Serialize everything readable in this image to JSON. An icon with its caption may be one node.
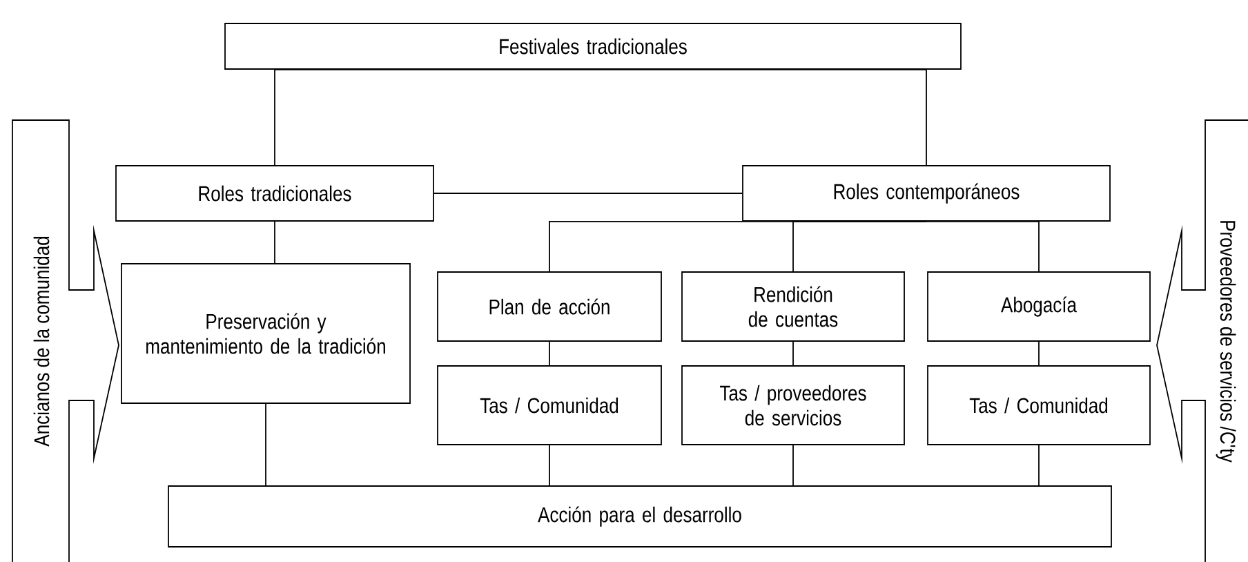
{
  "diagram": {
    "nodes": [
      {
        "text": [
          "Festivales tradicionales"
        ]
      },
      {
        "text": [
          "Roles tradicionales"
        ]
      },
      {
        "text": [
          "Roles contemporáneos"
        ]
      },
      {
        "text": [
          "Preservación y mantenimiento de la tradición"
        ]
      },
      {
        "text": [
          "Plan de acción"
        ]
      },
      {
        "text": [
          "Rendición de cuentas"
        ]
      },
      {
        "text": [
          "Abogacía"
        ]
      },
      {
        "text": [
          "Tas / Comunidad"
        ]
      },
      {
        "text": [
          "Tas / proveedores de servicios"
        ]
      },
      {
        "text": [
          "Tas / Comunidad"
        ]
      },
      {
        "text": [
          "Acción para el desarrollo"
        ]
      },
      {
        "text": [
          "Ancianos de la comunidad"
        ]
      },
      {
        "text": [
          "Proveedores de servicios /C'ty"
        ]
      }
    ],
    "edges": [
      {
        "from": 0,
        "to": 1,
        "arrow": "none"
      },
      {
        "from": 0,
        "to": 2,
        "arrow": "none"
      },
      {
        "from": 1,
        "to": 2,
        "arrow": "none"
      },
      {
        "from": 1,
        "to": 3,
        "arrow": "none"
      },
      {
        "from": 2,
        "to": 4,
        "arrow": "none"
      },
      {
        "from": 2,
        "to": 5,
        "arrow": "none"
      },
      {
        "from": 2,
        "to": 6,
        "arrow": "none"
      },
      {
        "from": 4,
        "to": 7,
        "arrow": "none"
      },
      {
        "from": 5,
        "to": 8,
        "arrow": "none"
      },
      {
        "from": 6,
        "to": 9,
        "arrow": "none"
      },
      {
        "from": 3,
        "to": 10,
        "arrow": "none"
      },
      {
        "from": 7,
        "to": 10,
        "arrow": "none"
      },
      {
        "from": 8,
        "to": 10,
        "arrow": "none"
      },
      {
        "from": 9,
        "to": 10,
        "arrow": "none"
      }
    ]
  }
}
